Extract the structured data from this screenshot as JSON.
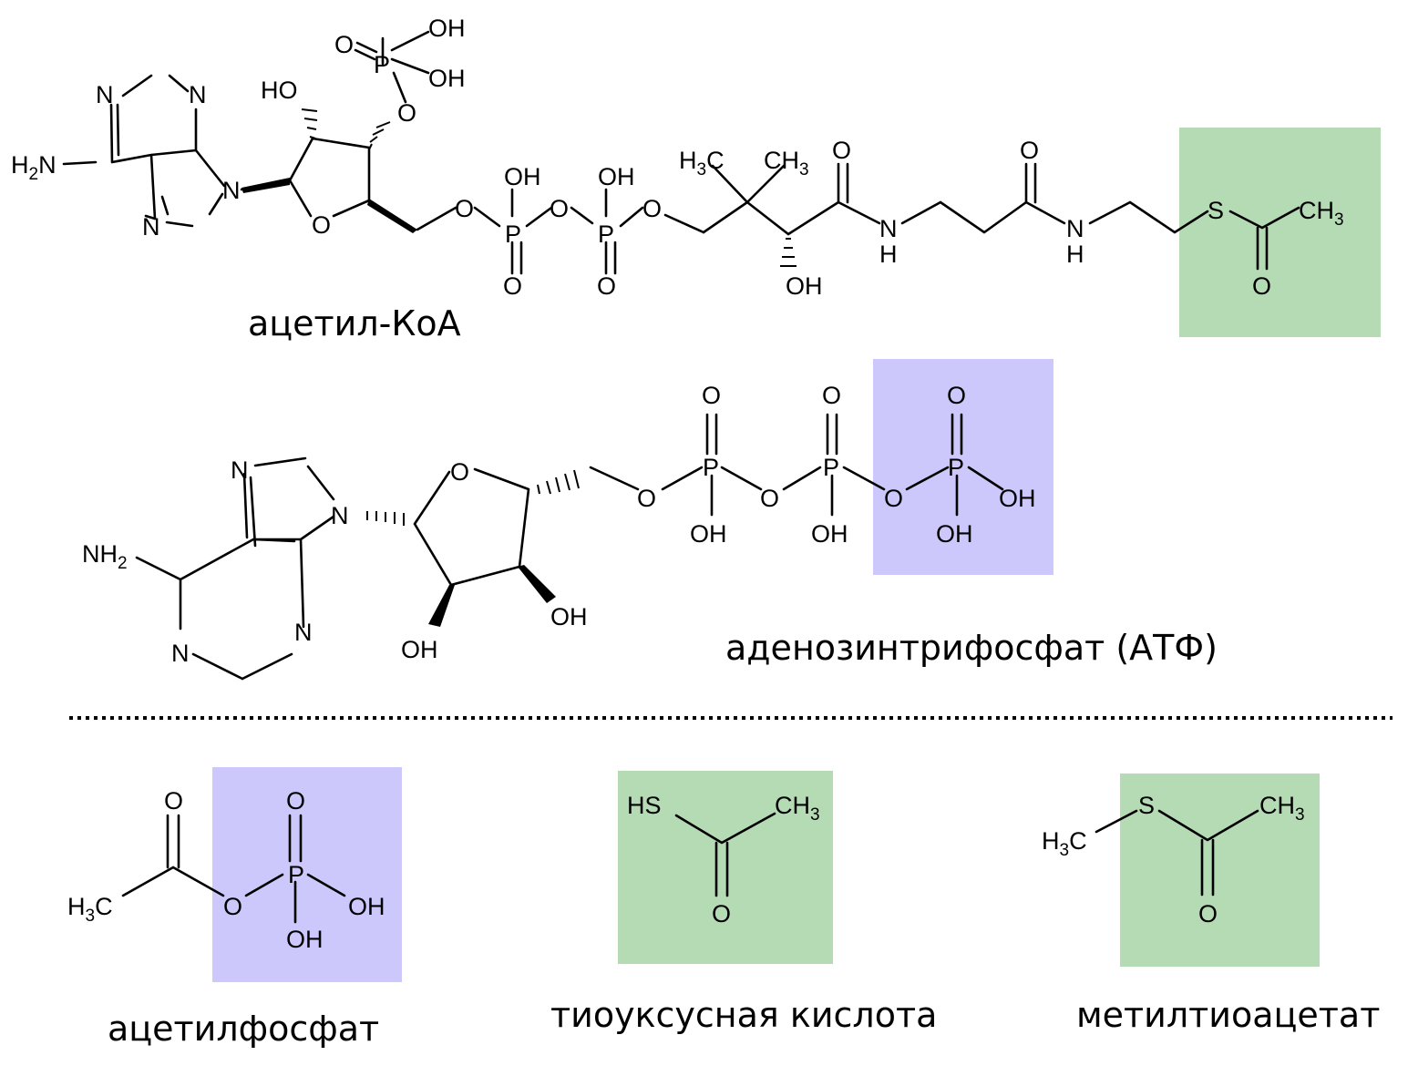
{
  "captions": {
    "acetyl_coa": "ацетил-КоА",
    "atp": "аденозинтрифосфат (АТФ)",
    "acetyl_phosphate": "ацетилфосфат",
    "thioacetic_acid": "тиоуксусная кислота",
    "methyl_thioacetate": "метилтиоацетат"
  },
  "highlight_colors": {
    "thioester": "#b5dbb5",
    "phosphate": "#cdc8fc"
  }
}
